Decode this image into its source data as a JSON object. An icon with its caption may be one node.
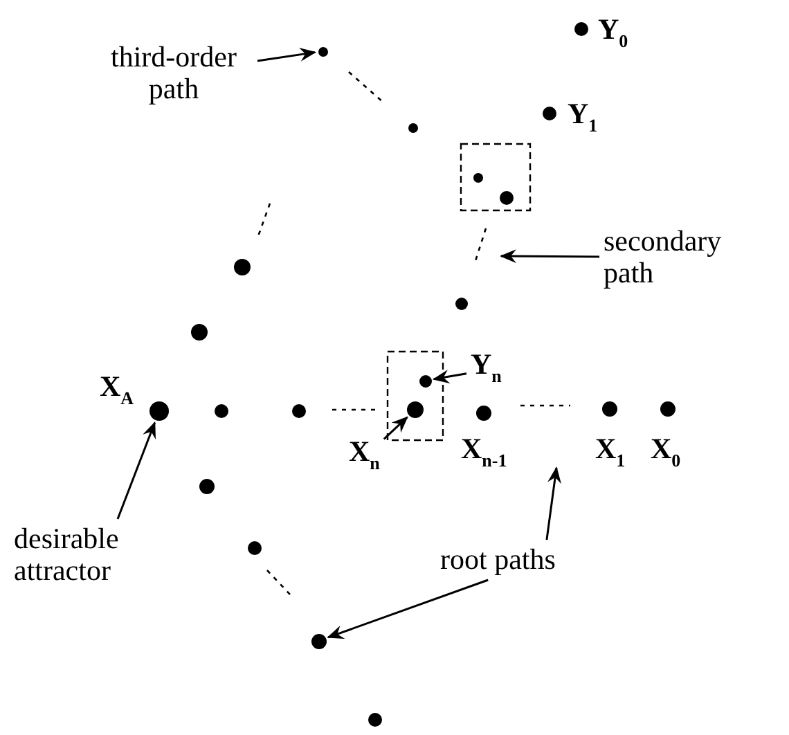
{
  "diagram": {
    "nodes": [
      {
        "text": [],
        "shape": "circle",
        "beside": [
          "Y$_{0}$"
        ]
      },
      {
        "text": [],
        "shape": "circle"
      },
      {
        "text": [
          "third-order path"
        ]
      },
      {
        "text": [],
        "shape": "circle",
        "beside": [
          "Y$_{1}$"
        ]
      },
      {
        "text": [],
        "shape": "circle"
      },
      {
        "text": [],
        "shape": "circle"
      },
      {
        "text": [],
        "shape": "circle"
      },
      {
        "text": [
          "secondary path"
        ]
      },
      {
        "text": [],
        "shape": "circle"
      },
      {
        "text": [],
        "shape": "circle"
      },
      {
        "text": [],
        "shape": "circle"
      },
      {
        "text": [
          "Y$_{n}$"
        ]
      },
      {
        "text": [],
        "shape": "circle"
      },
      {
        "text": [],
        "shape": "circle",
        "beside": [
          "X$_{A}$"
        ]
      },
      {
        "text": [],
        "shape": "circle"
      },
      {
        "text": [],
        "shape": "circle"
      },
      {
        "text": [],
        "shape": "circle"
      },
      {
        "text": [],
        "shape": "circle",
        "beside": [
          "X$_{n-1}$"
        ]
      },
      {
        "text": [],
        "shape": "circle",
        "beside": [
          "X$_{1}$"
        ]
      },
      {
        "text": [],
        "shape": "circle",
        "beside": [
          "X$_{0}$"
        ]
      },
      {
        "text": [
          "X$_{n}$"
        ]
      },
      {
        "text": [],
        "shape": "circle"
      },
      {
        "text": [
          "desirable attractor"
        ]
      },
      {
        "text": [
          "root paths"
        ]
      },
      {
        "text": [],
        "shape": "circle"
      },
      {
        "text": [],
        "shape": "circle"
      },
      {
        "text": [],
        "shape": "circle"
      }
    ],
    "edges": [
      {
        "from": 2,
        "to": 1,
        "arrow": "to"
      },
      {
        "from": 7,
        "to": null,
        "arrow": "to"
      },
      {
        "from": 11,
        "to": 12,
        "arrow": "to"
      },
      {
        "from": 20,
        "to": 16,
        "arrow": "to"
      },
      {
        "from": 22,
        "to": 13,
        "arrow": "to"
      },
      {
        "from": 23,
        "to": null,
        "arrow": "to"
      },
      {
        "from": 23,
        "to": 25,
        "arrow": "to"
      }
    ]
  }
}
